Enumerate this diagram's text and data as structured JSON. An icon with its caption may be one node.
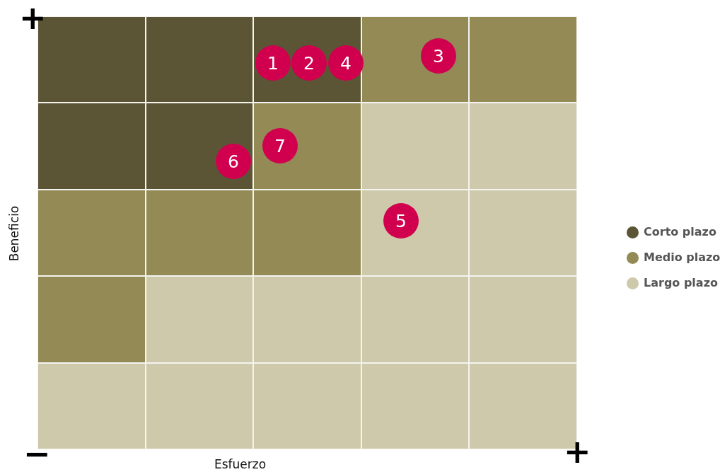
{
  "diagram": {
    "labels": [
      "+",
      "1",
      "2",
      "4",
      "3",
      "7",
      "6",
      "5",
      "Beneficio",
      "−",
      "Esfuerzo",
      "+"
    ],
    "legend": [
      {
        "text": "Corto plazo",
        "color": "#5b5535"
      },
      {
        "text": "Medio plazo",
        "color": "#938a55"
      },
      {
        "text": "Largo plazo",
        "color": "#cfc9ab"
      }
    ]
  }
}
